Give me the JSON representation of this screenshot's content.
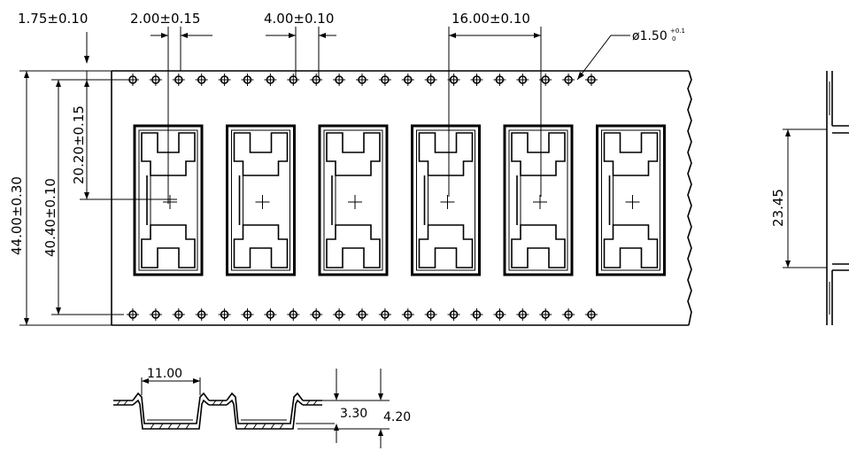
{
  "dimensions": {
    "sprocket_offset": "1.75±0.10",
    "pocket_to_hole": "2.00±0.15",
    "hole_pitch": "4.00±0.10",
    "pocket_pitch": "16.00±0.10",
    "hole_diameter_main": "ø1.50",
    "hole_diameter_tol_upper": "+0.1",
    "hole_diameter_tol_lower": "0",
    "tape_width": "44.00±0.30",
    "sprocket_to_sprocket": "40.40±0.10",
    "center_offset": "20.20±0.15",
    "side_height": "23.45",
    "pocket_width": "11.00",
    "pocket_depth": "3.30",
    "overall_depth": "4.20"
  },
  "counts": {
    "pockets": 6,
    "sprocket_holes_per_row": 21
  }
}
